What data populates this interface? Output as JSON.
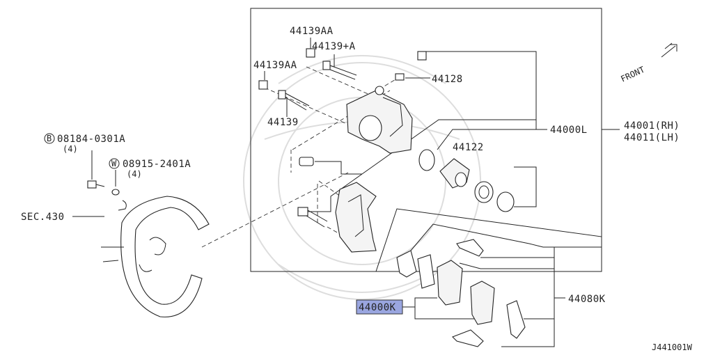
{
  "labels": {
    "p44139AA_top": "44139AA",
    "p44139A": "44139+A",
    "p44139AA_left": "44139AA",
    "p44128": "44128",
    "p44139": "44139",
    "p44000L": "44000L",
    "p44001": "44001(RH)",
    "p44011": "44011(LH)",
    "p44122": "44122",
    "bolt_code": "08184-0301A",
    "bolt_qty": "(4)",
    "washer_code": "08915-2401A",
    "washer_qty": "(4)",
    "bolt_prefix": "B",
    "washer_prefix": "W",
    "sec430": "SEC.430",
    "p44080K": "44080K",
    "p44000K": "44000K",
    "front": "FRONT",
    "drawing_id": "J441001W"
  },
  "highlight_color": "#9aa6e0"
}
